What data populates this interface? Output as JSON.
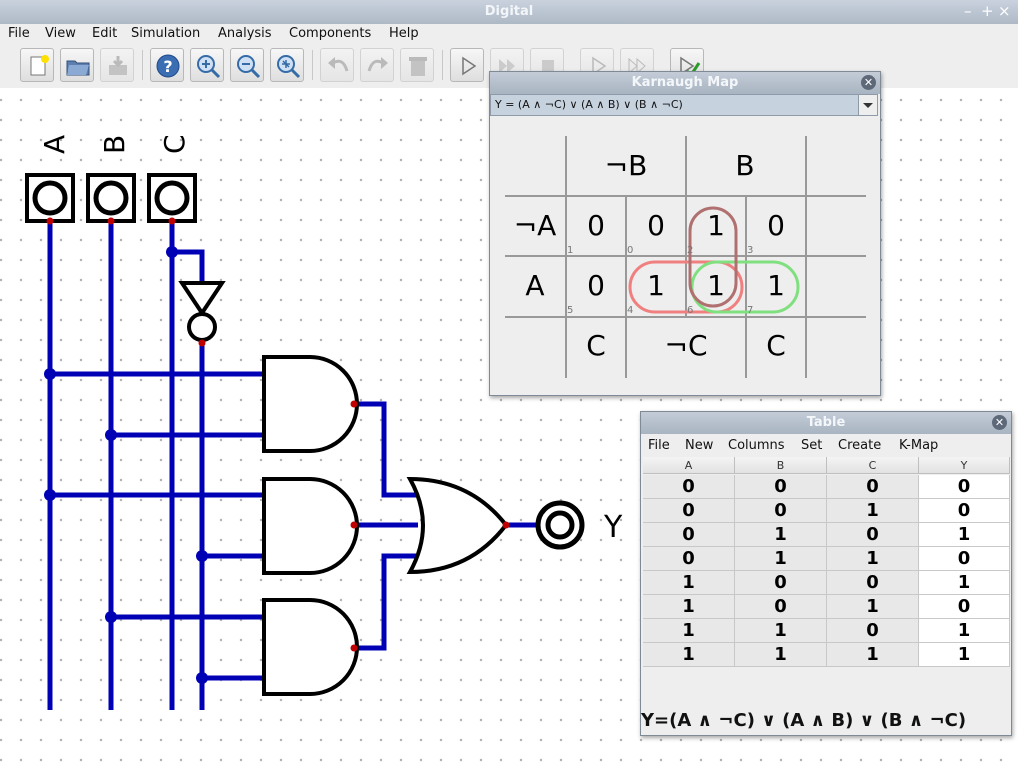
{
  "app": {
    "title": "Digital",
    "controls": [
      "–",
      "+",
      "×"
    ]
  },
  "menu": [
    "File",
    "View",
    "Edit",
    "Simulation",
    "Analysis",
    "Components",
    "Help"
  ],
  "circuit": {
    "inputs": [
      "A",
      "B",
      "C"
    ],
    "output": "Y"
  },
  "kmap": {
    "title": "Karnaugh Map",
    "expression": "Y = (A ∧ ¬C) ∨ (A ∧ B) ∨ (B ∧ ¬C)",
    "col_headers": [
      "¬B",
      "B"
    ],
    "row_headers": [
      "¬A",
      "A"
    ],
    "bottom_headers": [
      "C",
      "¬C",
      "C"
    ],
    "rows": [
      {
        "values": [
          "0",
          "0",
          "1",
          "0"
        ],
        "indices": [
          "1",
          "0",
          "2",
          "3"
        ]
      },
      {
        "values": [
          "0",
          "1",
          "1",
          "1"
        ],
        "indices": [
          "5",
          "4",
          "6",
          "7"
        ]
      }
    ]
  },
  "table": {
    "title": "Table",
    "menu": [
      "File",
      "New",
      "Columns",
      "Set",
      "Create",
      "K-Map"
    ],
    "columns": [
      "A",
      "B",
      "C",
      "Y"
    ],
    "rows": [
      [
        "0",
        "0",
        "0",
        "0"
      ],
      [
        "0",
        "0",
        "1",
        "0"
      ],
      [
        "0",
        "1",
        "0",
        "1"
      ],
      [
        "0",
        "1",
        "1",
        "0"
      ],
      [
        "1",
        "0",
        "0",
        "1"
      ],
      [
        "1",
        "0",
        "1",
        "0"
      ],
      [
        "1",
        "1",
        "0",
        "1"
      ],
      [
        "1",
        "1",
        "1",
        "1"
      ]
    ],
    "formula": "Y=(A ∧ ¬C) ∨ (A ∧ B) ∨ (B ∧ ¬C)"
  },
  "colors": {
    "wire": "#0000b4",
    "pin": "#c00000",
    "group_red": "#f08080",
    "group_green": "#80e080",
    "group_brown": "#b07070"
  }
}
